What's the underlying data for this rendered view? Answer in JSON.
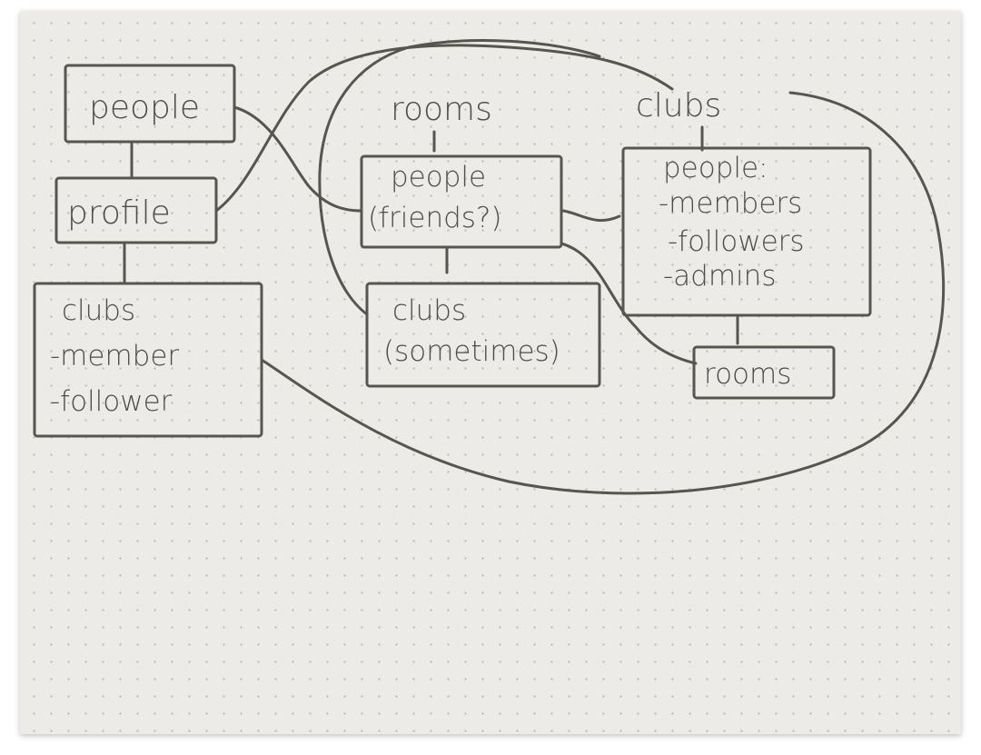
{
  "left": {
    "people": "people",
    "profile": "profile",
    "clubs": {
      "title": "clubs",
      "items": [
        "-member",
        "-follower"
      ]
    }
  },
  "middle": {
    "rooms": "rooms",
    "people": {
      "line1": "people",
      "line2": "(friends?)"
    },
    "clubs": {
      "line1": "clubs",
      "line2": "(sometimes)"
    }
  },
  "right": {
    "clubs": "clubs",
    "people": {
      "title": "people:",
      "items": [
        "-members",
        "-followers",
        "-admins"
      ]
    },
    "rooms": "rooms"
  },
  "colors": {
    "ink": "#55574f",
    "paper": "#ecebe7"
  }
}
